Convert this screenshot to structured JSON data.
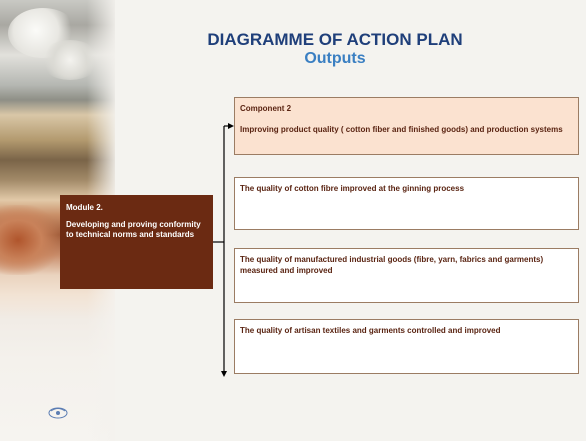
{
  "slide": {
    "title": "DIAGRAMME OF ACTION PLAN",
    "subtitle": "Outputs"
  },
  "module": {
    "title": "Module 2.",
    "description": "Developing and proving conformity to technical norms and standards"
  },
  "component": {
    "title": "Component 2",
    "description": "Improving product quality ( cotton fiber and finished goods) and production systems"
  },
  "outputs": [
    "The quality of cotton fibre improved at the ginning process",
    "The quality of manufactured industrial goods (fibre, yarn, fabrics and garments) measured and improved",
    "The quality of artisan textiles and garments controlled and improved"
  ],
  "colors": {
    "title": "#1f3f7a",
    "subtitle": "#3a7fc2",
    "module_fill": "#6b2a12",
    "component_fill": "#fbe2d0",
    "box_text": "#5a2412"
  }
}
